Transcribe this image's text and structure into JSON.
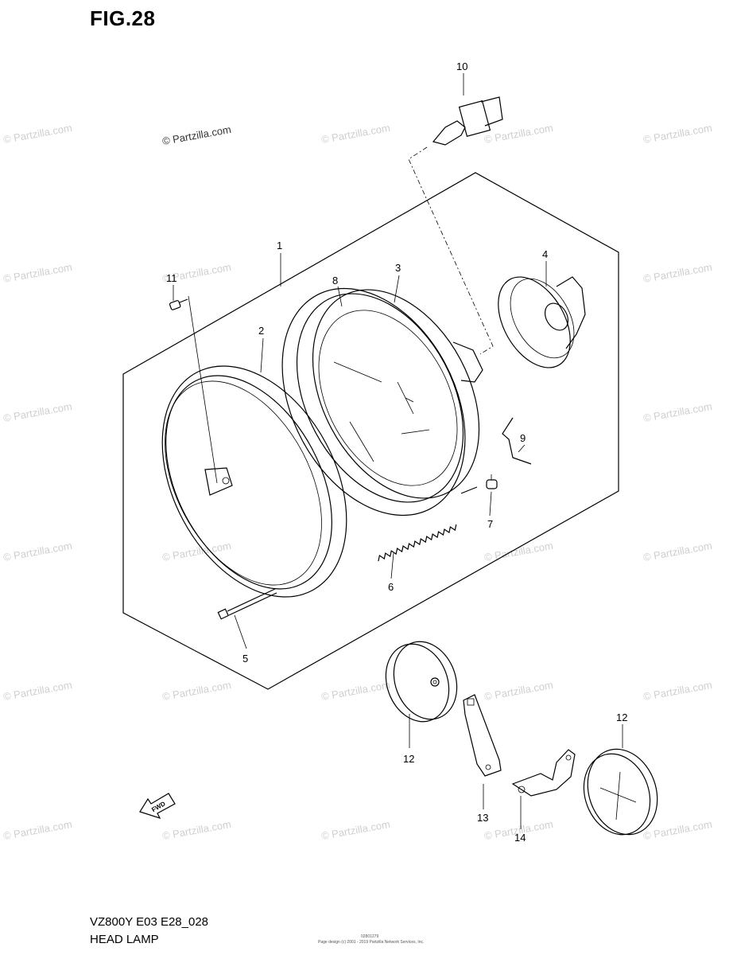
{
  "figure": {
    "title": "FIG.28"
  },
  "footer": {
    "model_code": "VZ800Y E03 E28_028",
    "page_title": "HEAD LAMP",
    "tiny_code": "02801279",
    "tiny_credit": "Page design (c) 2001 - 2019 Partzilla Network Services, Inc."
  },
  "watermark": {
    "main_text": "© Partzilla.com",
    "repeat_text": "© Partzilla.com"
  },
  "fwd_marker": {
    "label": "FWD"
  },
  "callouts": [
    "1",
    "2",
    "3",
    "4",
    "5",
    "6",
    "7",
    "8",
    "9",
    "10",
    "11",
    "12",
    "12",
    "13",
    "14"
  ]
}
